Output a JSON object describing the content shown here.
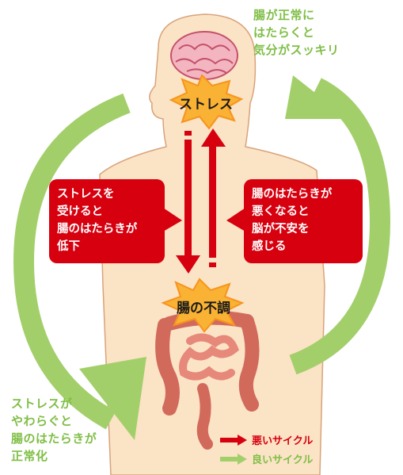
{
  "top_right_text": "腸が正常に\nはたらくと\n気分がスッキリ",
  "bottom_left_text": "ストレスが\nやわらぐと\n腸のはたらきが\n正常化",
  "brain_burst_label": "ストレス",
  "gut_burst_label": "腸の不調",
  "left_callout": "ストレスを\n受けると\n腸のはたらきが\n低下",
  "right_callout": "腸のはたらきが\n悪くなると\n脳が不安を\n感じる",
  "legend": {
    "bad_cycle": "悪いサイクル",
    "good_cycle": "良いサイクル"
  },
  "colors": {
    "red": "#d7000f",
    "green": "#a3cf6a",
    "green_text": "#7fbe46",
    "skin": "#fbe3c5",
    "burst": "#f9b233"
  }
}
